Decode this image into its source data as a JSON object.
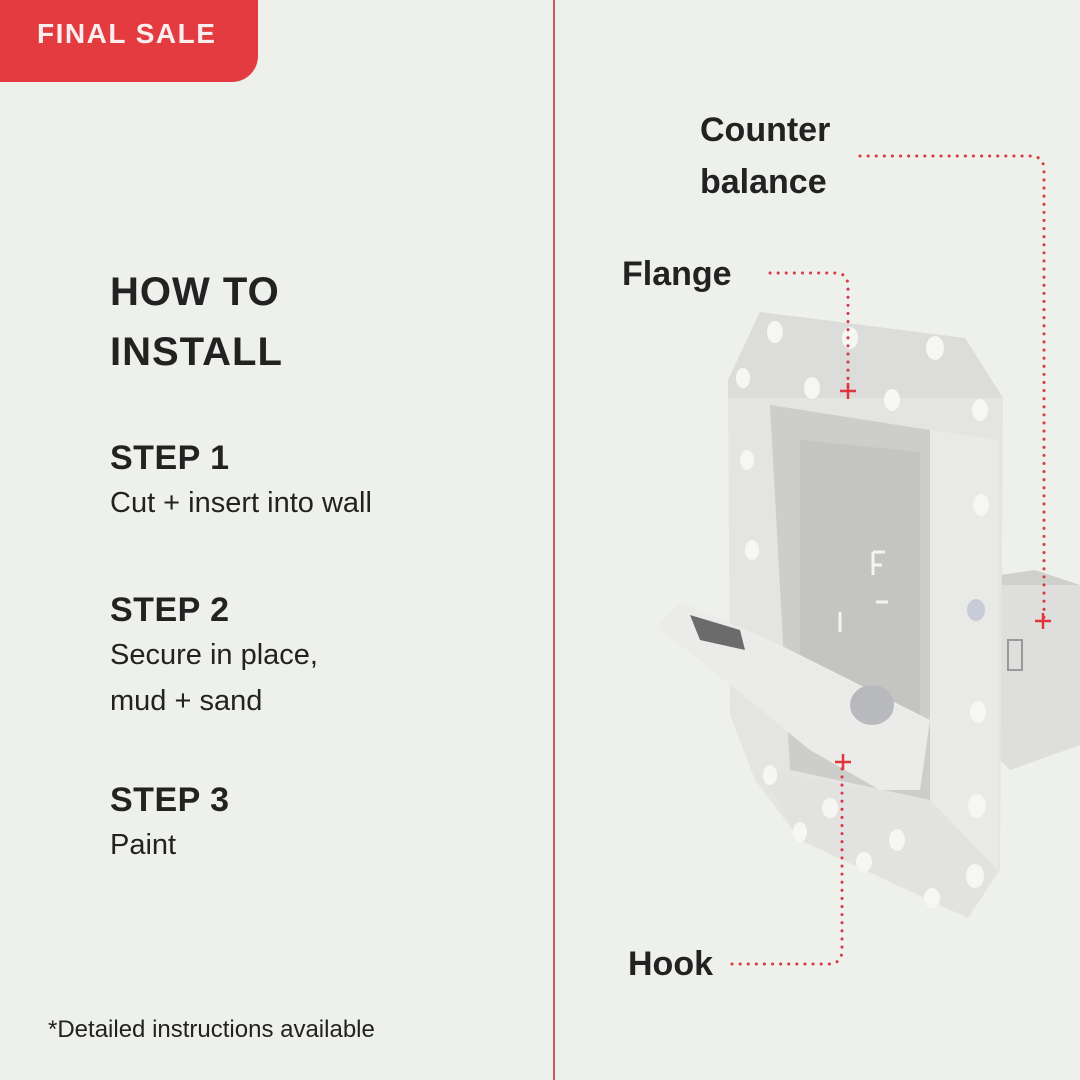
{
  "badge": {
    "label": "FINAL SALE"
  },
  "instructions": {
    "heading_line1": "HOW TO",
    "heading_line2": "INSTALL",
    "steps": [
      {
        "title": "STEP 1",
        "description": "Cut + insert into wall"
      },
      {
        "title": "STEP 2",
        "description": "Secure in place,\nmud + sand"
      },
      {
        "title": "STEP 3",
        "description": "Paint"
      }
    ],
    "footnote": "*Detailed instructions available"
  },
  "callouts": {
    "counter_balance_line1": "Counter",
    "counter_balance_line2": "balance",
    "flange": "Flange",
    "hook": "Hook"
  },
  "colors": {
    "accent": "#e33b3f",
    "background": "#eef0ec",
    "text": "#222222"
  }
}
